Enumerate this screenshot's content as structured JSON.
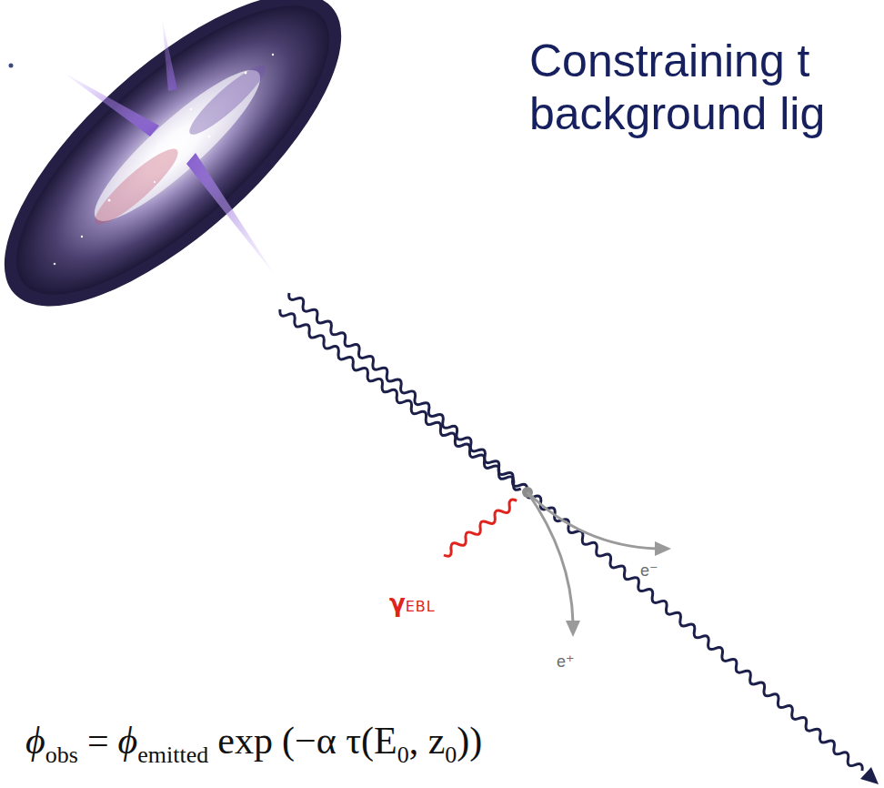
{
  "diagram": {
    "title": "Constraining t background lig",
    "labels": [
      "γ",
      "EBL",
      "e⁻",
      "e⁺",
      "ϕ",
      "obs",
      "=",
      "ϕ",
      "emitted",
      "exp",
      "(−α τ(E",
      "0",
      ", z",
      "0",
      "))"
    ]
  }
}
